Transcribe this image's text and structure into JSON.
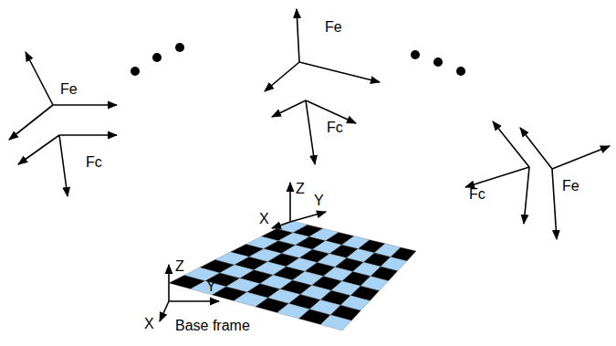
{
  "diagram": {
    "labels": [
      "Fe",
      "Fc",
      "Fe",
      "Fc",
      "Fc",
      "Fe",
      "Z",
      "Y",
      "X",
      "Z",
      "Y",
      "X",
      "Base frame"
    ]
  }
}
